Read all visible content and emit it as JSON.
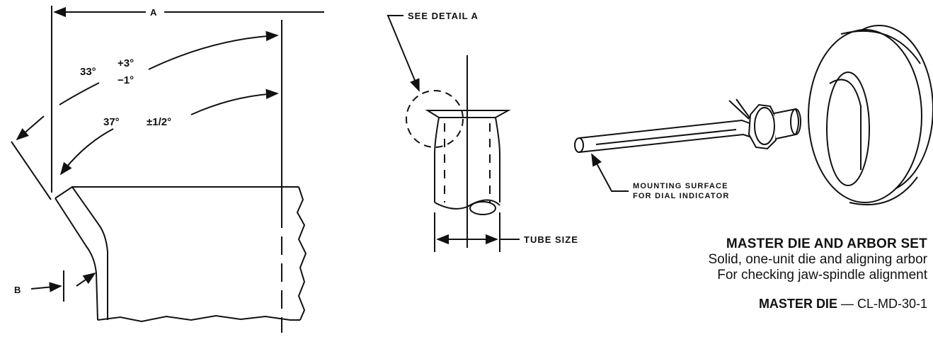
{
  "diagram": {
    "labels": {
      "dim_a": "A",
      "angle_33": "33°",
      "tol_33_plus": "+3°",
      "tol_33_minus": "−1°",
      "angle_37": "37°",
      "tol_37": "±1/2°",
      "dim_b": "B",
      "see_detail": "SEE DETAIL A",
      "tube_size": "TUBE SIZE",
      "mounting_line1": "MOUNTING SURFACE",
      "mounting_line2": "FOR DIAL INDICATOR"
    }
  },
  "caption": {
    "title": "MASTER DIE AND ARBOR SET",
    "line1": "Solid, one-unit die and aligning arbor",
    "line2": "For checking jaw-spindle alignment",
    "part_name": "MASTER DIE",
    "part_sep": " — ",
    "part_number": "CL-MD-30-1"
  }
}
